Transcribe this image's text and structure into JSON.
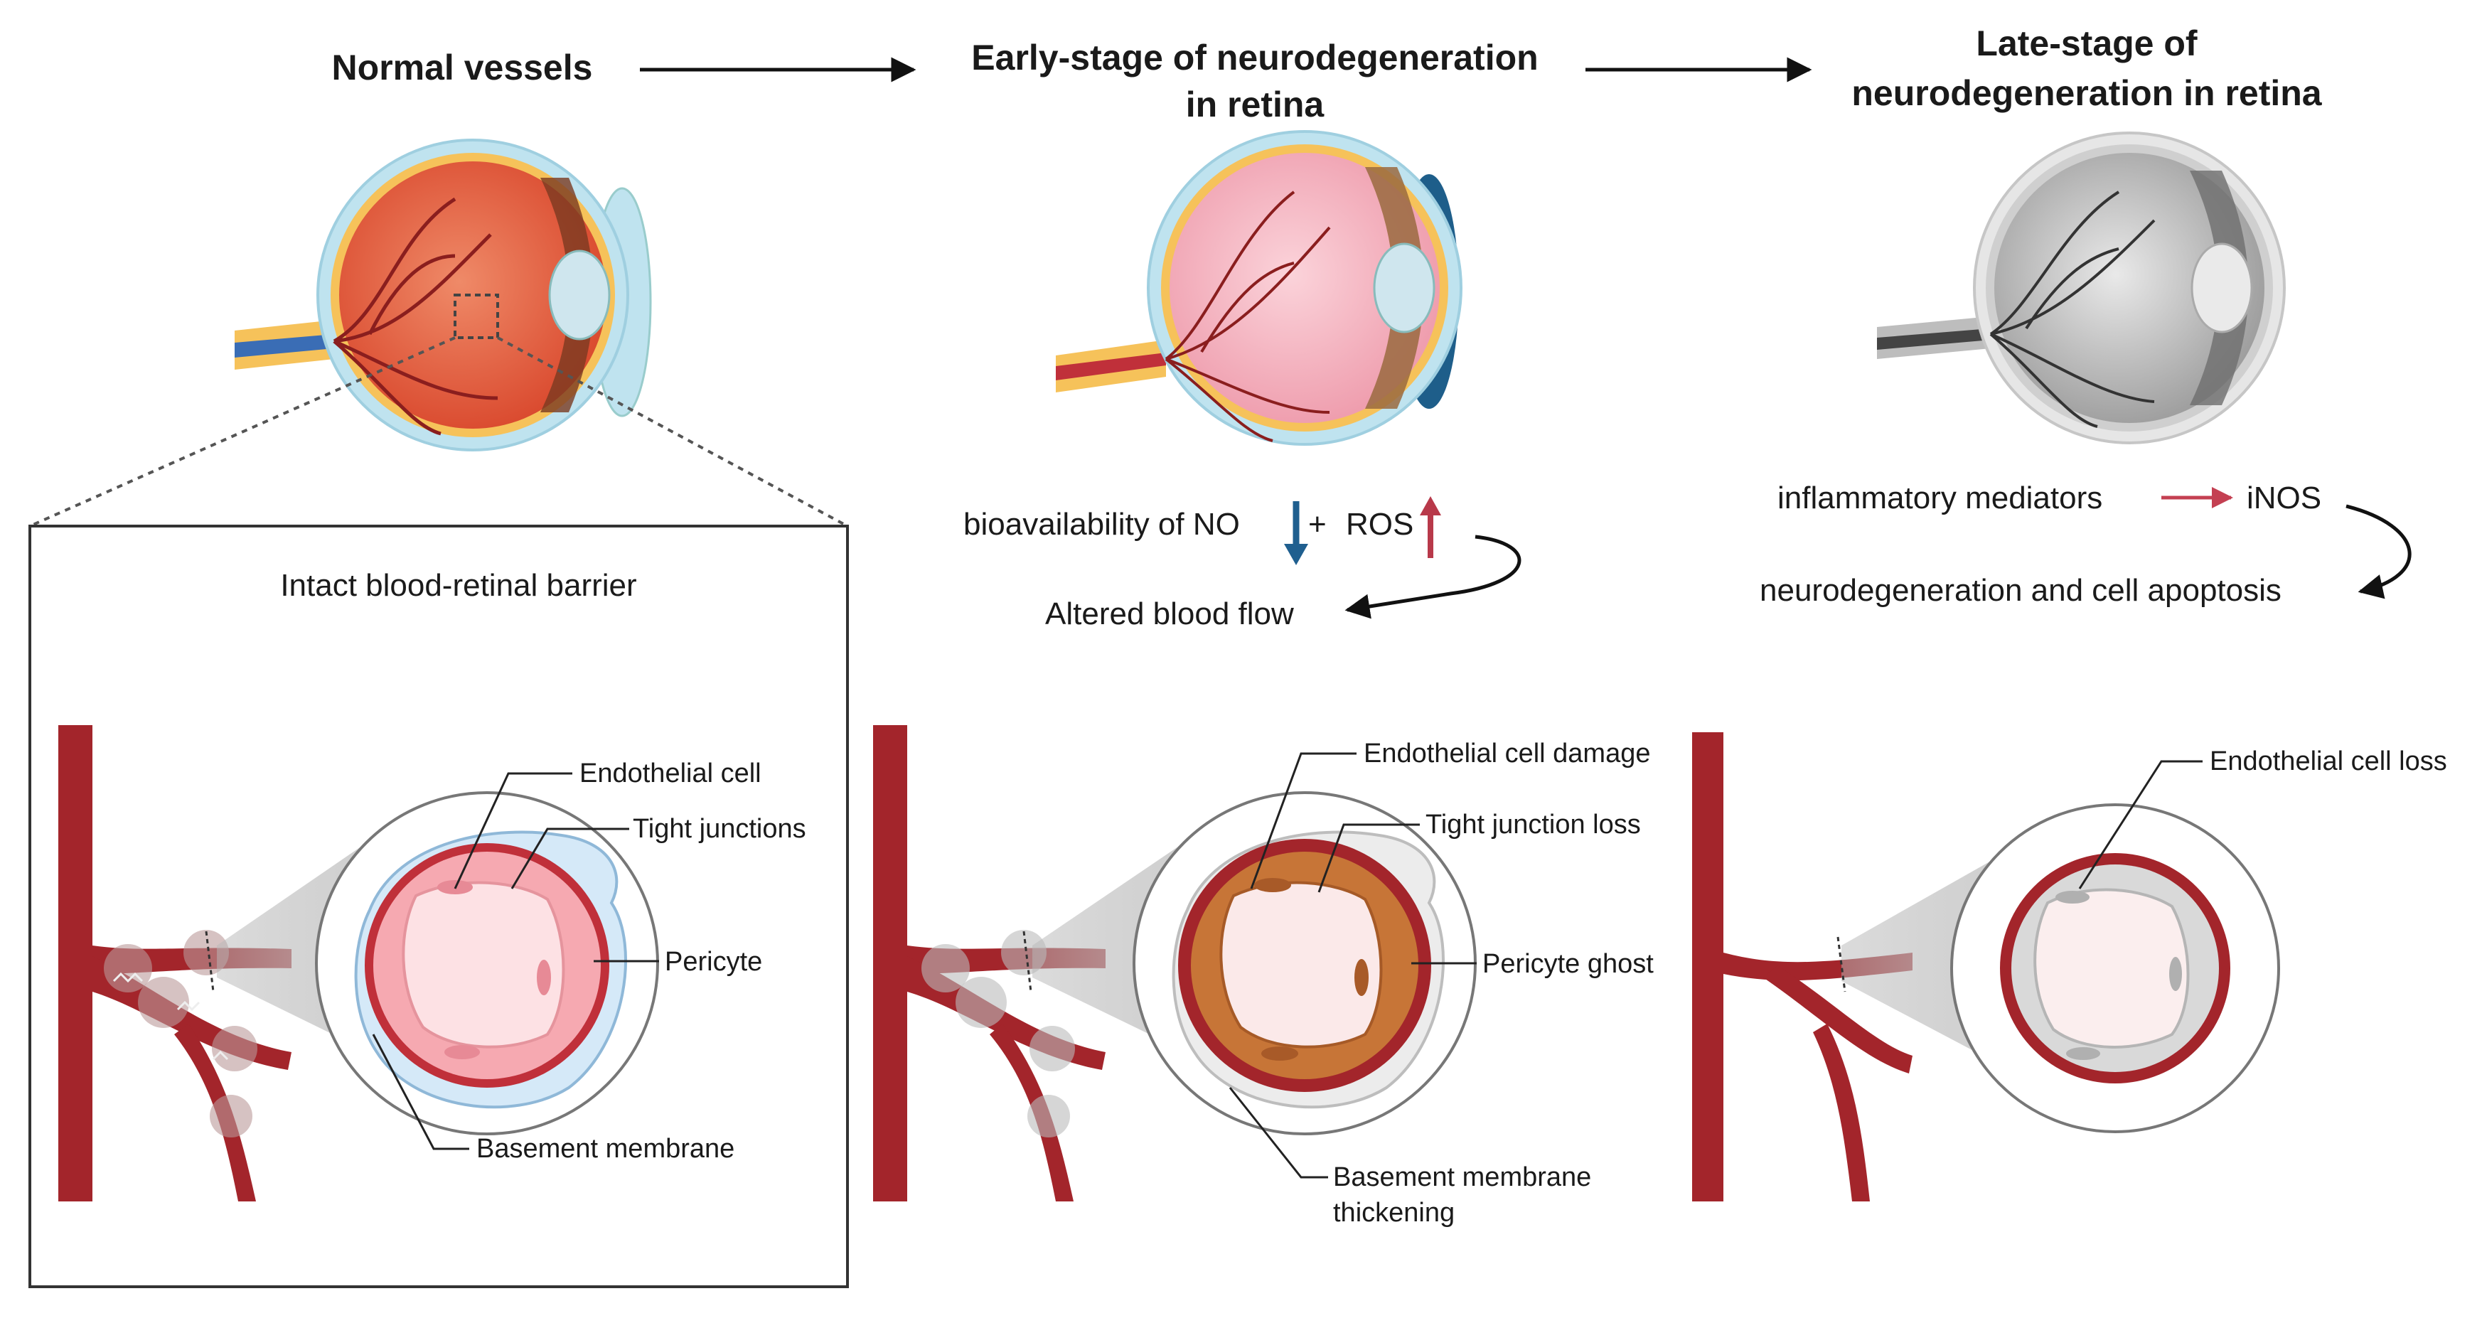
{
  "stages": {
    "normal": {
      "title": "Normal vessels"
    },
    "early": {
      "title_line1": "Early-stage of neurodegeneration",
      "title_line2": "in retina"
    },
    "late": {
      "title_line1": "Late-stage of",
      "title_line2": "neurodegeneration in retina"
    }
  },
  "early_effects": {
    "no": "bioavailability of NO",
    "plus": "+",
    "ros": "ROS",
    "result": "Altered blood flow"
  },
  "late_effects": {
    "mediators": "inflammatory mediators",
    "inos": "iNOS",
    "result": "neurodegeneration and cell apoptosis"
  },
  "panel_normal": {
    "title": "Intact blood-retinal barrier",
    "labels": {
      "endothelial": "Endothelial cell",
      "tight": "Tight junctions",
      "pericyte": "Pericyte",
      "basement": "Basement membrane"
    }
  },
  "panel_early": {
    "labels": {
      "endothelial": "Endothelial cell damage",
      "tight": "Tight junction loss",
      "pericyte": "Pericyte ghost",
      "basement_line1": "Basement membrane",
      "basement_line2": "thickening"
    }
  },
  "panel_late": {
    "labels": {
      "endothelial": "Endothelial cell loss"
    }
  },
  "colors": {
    "arrow_down": "#1f5f8f",
    "arrow_up": "#b8394a",
    "arrow_red": "#c44052",
    "vessel": "#a3252b",
    "text": "#1a1a1a"
  },
  "icons": [
    "eye-normal-icon",
    "eye-early-icon",
    "eye-late-icon",
    "vessel-icon",
    "arrow-right-icon",
    "arrow-down-icon",
    "arrow-up-icon",
    "curved-arrow-icon"
  ]
}
